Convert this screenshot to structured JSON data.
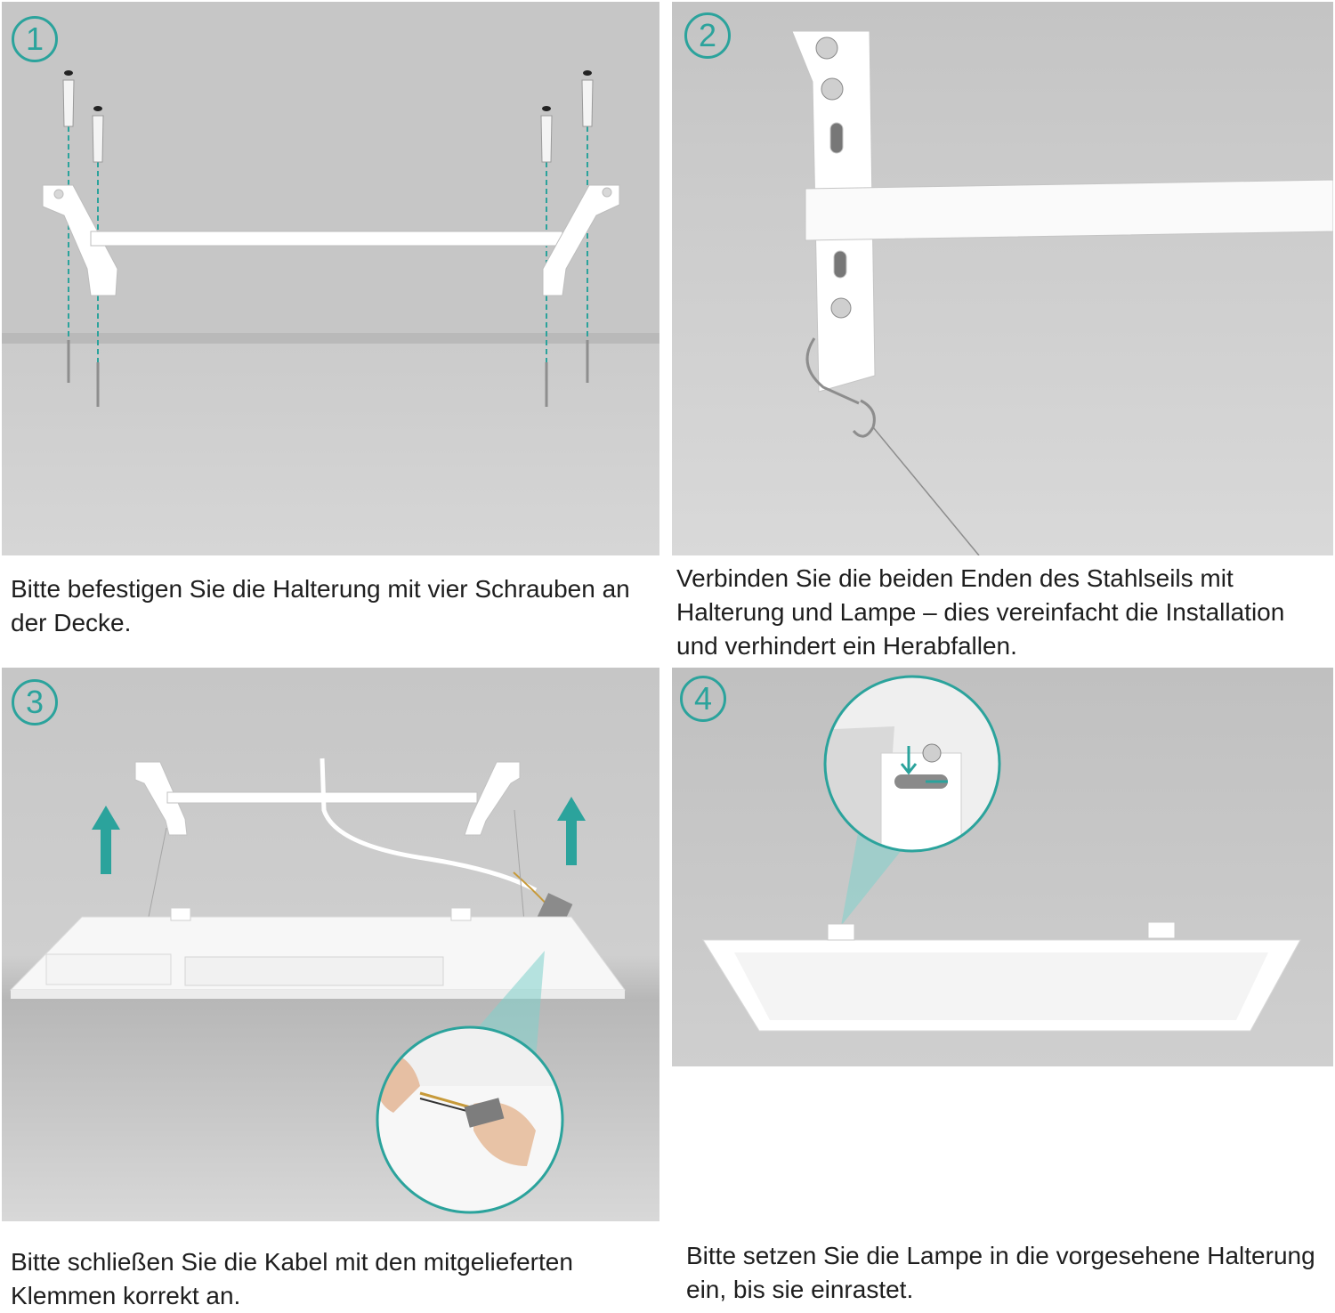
{
  "steps": [
    {
      "number": "1",
      "caption": "Bitte befestigen Sie die Halterung mit vier Schrauben an der Decke."
    },
    {
      "number": "2",
      "caption": "Verbinden Sie die beiden Enden des Stahlseils mit Halterung und Lampe – dies vereinfacht die Installation und verhindert ein Herabfallen."
    },
    {
      "number": "3",
      "caption": "Bitte schließen Sie die Kabel mit den mitgelieferten Klemmen korrekt an."
    },
    {
      "number": "4",
      "caption": "Bitte setzen Sie die Lampe in die vorgesehene Halterung ein, bis sie einrastet."
    }
  ],
  "colors": {
    "accent": "#2ba39c",
    "ceiling": "#c3c3c3",
    "wall": "#d0d0d0",
    "bracket": "#ffffff"
  },
  "icons": [
    "wall-plug-icon",
    "screw-icon",
    "arrow-up-icon",
    "dashed-guide-line"
  ]
}
